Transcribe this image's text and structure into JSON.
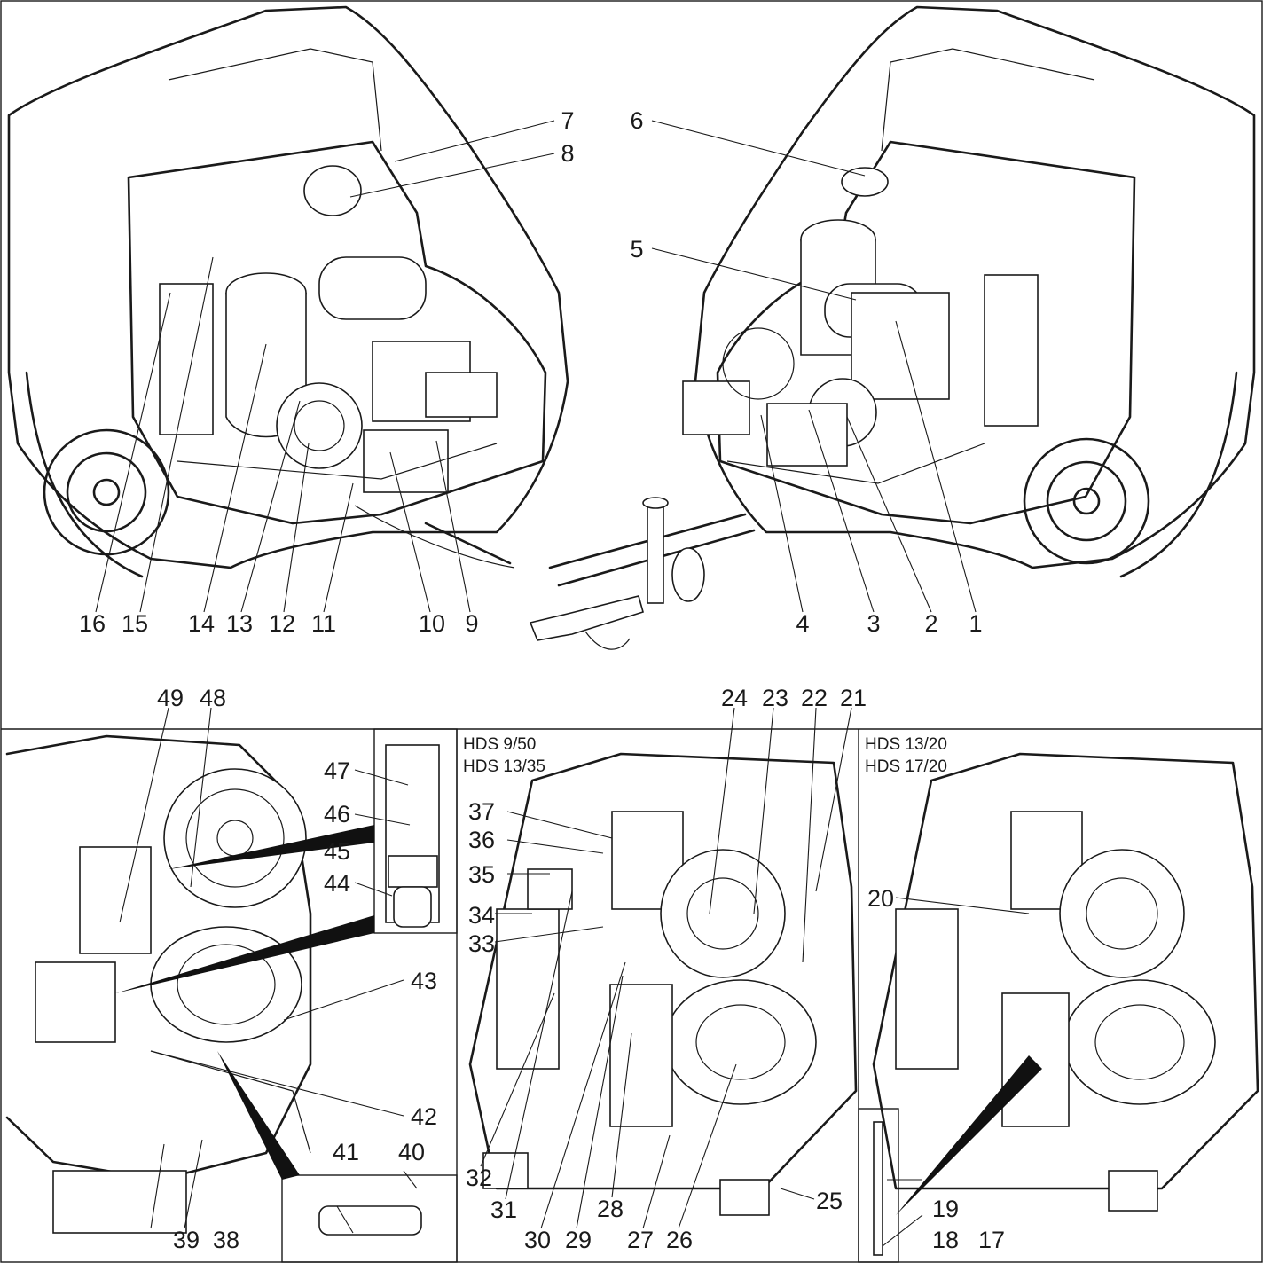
{
  "figure": {
    "callouts": [
      "1",
      "2",
      "3",
      "4",
      "5",
      "6",
      "7",
      "8",
      "9",
      "10",
      "11",
      "12",
      "13",
      "14",
      "15",
      "16",
      "17",
      "18",
      "19",
      "20",
      "21",
      "22",
      "23",
      "24",
      "25",
      "26",
      "27",
      "28",
      "29",
      "30",
      "31",
      "32",
      "33",
      "34",
      "35",
      "36",
      "37",
      "38",
      "39",
      "40",
      "41",
      "42",
      "43",
      "44",
      "45",
      "46",
      "47",
      "48",
      "49"
    ],
    "model_labels": {
      "center_panel": [
        "HDS 9/50",
        "HDS 13/35"
      ],
      "right_panel": [
        "HDS 13/20",
        "HDS 17/20"
      ]
    }
  }
}
